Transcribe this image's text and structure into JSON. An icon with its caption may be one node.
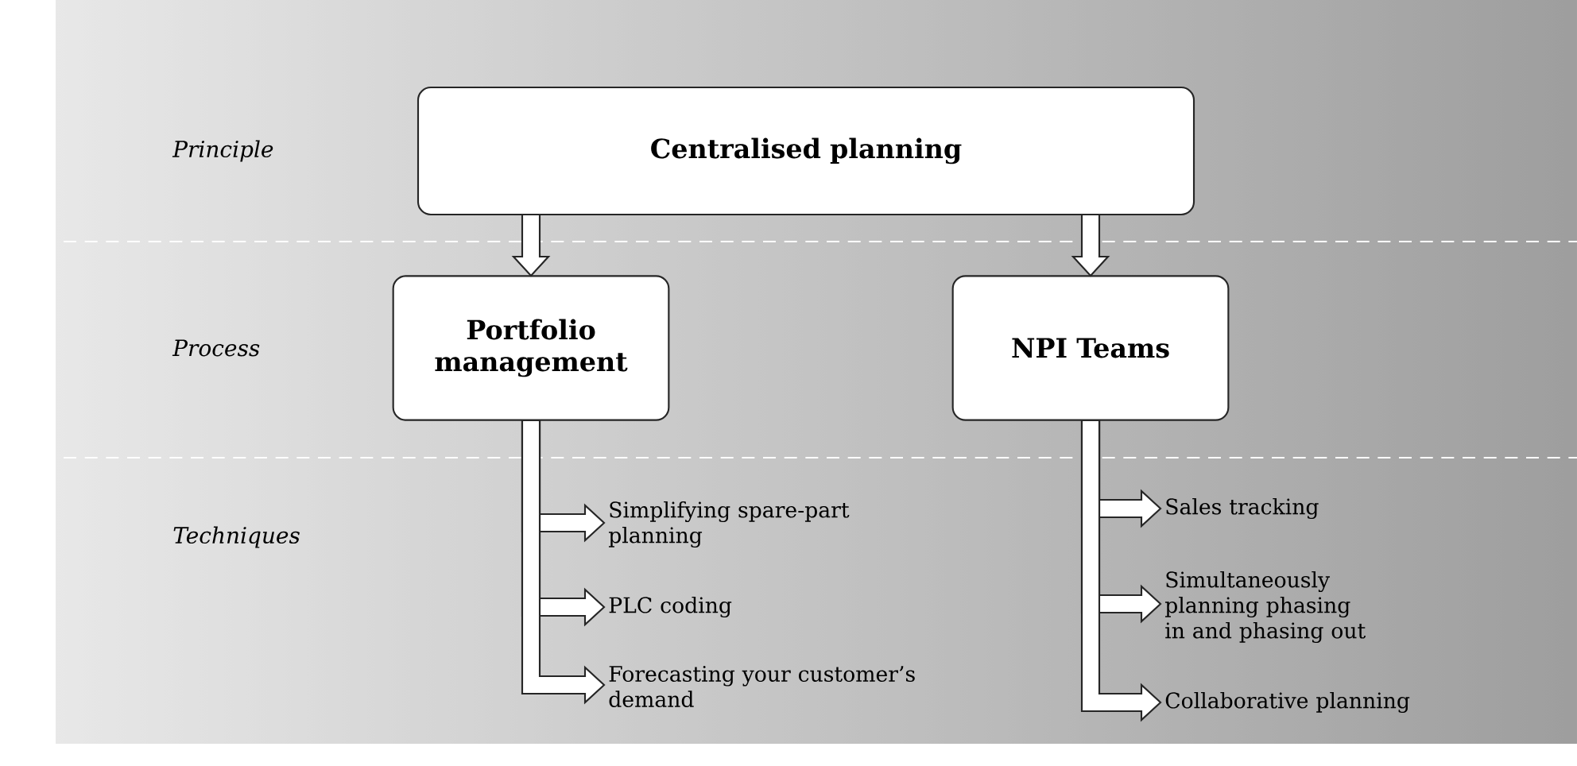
{
  "diagram": {
    "nodes": [
      {
        "text": [
          "Centralised planning"
        ]
      },
      {
        "text": [
          "Portfolio management"
        ]
      },
      {
        "text": [
          "NPI Teams"
        ]
      },
      {
        "text": [
          "Simplifying spare-part planning"
        ]
      },
      {
        "text": [
          "PLC coding"
        ]
      },
      {
        "text": [
          "Forecasting your customer’s demand"
        ]
      },
      {
        "text": [
          "Sales tracking"
        ]
      },
      {
        "text": [
          "Simultaneously planning phasing in and phasing out"
        ]
      },
      {
        "text": [
          "Collaborative planning"
        ]
      }
    ],
    "edges": [
      {
        "from": 0,
        "to": 1,
        "arrow": "to"
      },
      {
        "from": 0,
        "to": 2,
        "arrow": "to"
      },
      {
        "from": 1,
        "to": 3,
        "arrow": "to"
      },
      {
        "from": 1,
        "to": 4,
        "arrow": "to"
      },
      {
        "from": 1,
        "to": 5,
        "arrow": "to"
      },
      {
        "from": 2,
        "to": 6,
        "arrow": "to"
      },
      {
        "from": 2,
        "to": 7,
        "arrow": "to"
      },
      {
        "from": 2,
        "to": 8,
        "arrow": "to"
      }
    ],
    "labels": [
      "Principle",
      "Process",
      "Techniques"
    ]
  }
}
